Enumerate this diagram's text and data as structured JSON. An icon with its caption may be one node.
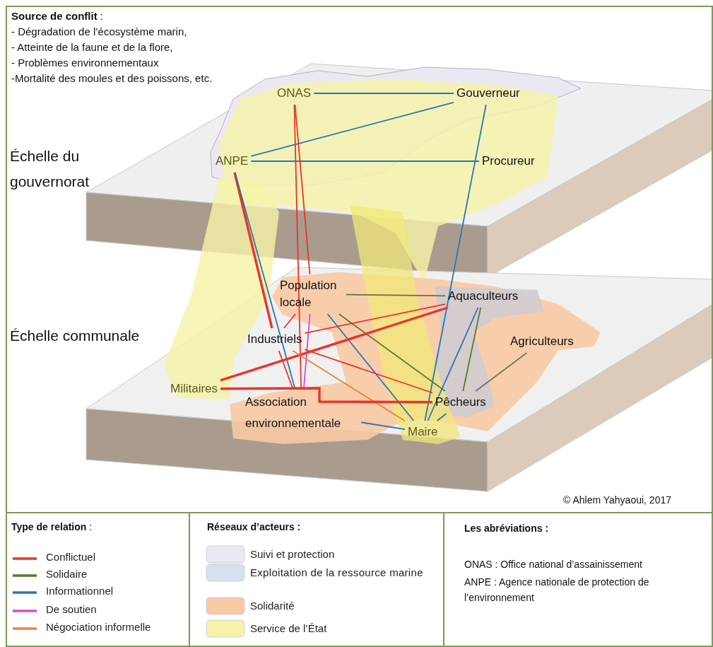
{
  "diagram": {
    "nodes": [
      {
        "text": [
          "ONAS"
        ]
      },
      {
        "text": [
          "Gouverneur"
        ]
      },
      {
        "text": [
          "ANPE"
        ]
      },
      {
        "text": [
          "Procureur"
        ]
      },
      {
        "text": [
          "Population locale"
        ]
      },
      {
        "text": [
          "Aquaculteurs"
        ]
      },
      {
        "text": [
          "Agriculteurs"
        ]
      },
      {
        "text": [
          "Industriels"
        ]
      },
      {
        "text": [
          "Militaires"
        ]
      },
      {
        "text": [
          "Association environnementale"
        ]
      },
      {
        "text": [
          "Pêcheurs"
        ]
      },
      {
        "text": [
          "Maire"
        ]
      }
    ],
    "edges": [
      {
        "from": 0,
        "to": 1,
        "arrow": "none"
      },
      {
        "from": 2,
        "to": 1,
        "arrow": "none"
      },
      {
        "from": 2,
        "to": 3,
        "arrow": "none"
      },
      {
        "from": 1,
        "to": 11,
        "arrow": "none"
      },
      {
        "from": 0,
        "to": 9,
        "arrow": "none",
        "color": "#e8352a"
      },
      {
        "from": 0,
        "to": 4,
        "arrow": "none",
        "color": "#e8352a"
      },
      {
        "from": 2,
        "to": 7,
        "arrow": "none",
        "style": "thick",
        "color": "#e8352a"
      },
      {
        "from": 2,
        "to": 9,
        "arrow": "none"
      },
      {
        "from": 4,
        "to": 5,
        "arrow": "none",
        "color": "#5e7a2e"
      },
      {
        "from": 4,
        "to": 10,
        "arrow": "none",
        "color": "#5e7a2e"
      },
      {
        "from": 4,
        "to": 11,
        "arrow": "none"
      },
      {
        "from": 4,
        "to": 9,
        "arrow": "none",
        "color": "#d94bc4"
      },
      {
        "from": 4,
        "to": 7,
        "arrow": "none",
        "color": "#e8352a"
      },
      {
        "from": 5,
        "to": 7,
        "arrow": "none",
        "color": "#e8352a"
      },
      {
        "from": 8,
        "to": 5,
        "arrow": "none",
        "style": "thick",
        "color": "#e8352a"
      },
      {
        "from": 5,
        "to": 11,
        "arrow": "none"
      },
      {
        "from": 5,
        "to": 10,
        "arrow": "none",
        "color": "#5e7a2e"
      },
      {
        "from": 6,
        "to": 10,
        "arrow": "none",
        "color": "#6f7a58"
      },
      {
        "from": 7,
        "to": 9,
        "arrow": "none",
        "color": "#e8352a"
      },
      {
        "from": 7,
        "to": 10,
        "arrow": "none",
        "color": "#e8352a"
      },
      {
        "from": 7,
        "to": 11,
        "arrow": "none",
        "color": "#e0893c"
      },
      {
        "from": 8,
        "to": 10,
        "arrow": "none",
        "style": "thick",
        "color": "#e8352a"
      },
      {
        "from": 9,
        "to": 11,
        "arrow": "none"
      },
      {
        "from": 10,
        "to": 11,
        "arrow": "none"
      }
    ],
    "labels": [
      "**Source de conflit** :",
      "- Dégradation de l’écosystème marin,",
      "- Atteinte de la faune et de la flore,",
      "- Problèmes environnementaux",
      "-Mortalité des moules et des poissons, etc.",
      "Échelle du gouvernorat",
      "Échelle communale",
      "© Ahlem Yahyaoui, 2017",
      "**Type de relation** :",
      "Réseaux d’acteurs :",
      "Les abréviations :",
      "ONAS : Office national d’assainissement",
      "ANPE : Agence nationale de protection de l’environnement"
    ],
    "legend": [
      {
        "text": "Conflictuel"
      },
      {
        "text": "Solidaire"
      },
      {
        "text": "Informationnel"
      },
      {
        "text": "De soutien"
      },
      {
        "text": "Négociation informelle"
      },
      {
        "text": "Suivi et protection",
        "color": "#ece8f2"
      },
      {
        "text": "Exploitation de la ressource marine",
        "color": "#d6e1ee"
      },
      {
        "text": "Solidarité",
        "color": "#f8c9a4"
      },
      {
        "text": "Service de l’État",
        "color": "#f6f3a8"
      }
    ]
  }
}
